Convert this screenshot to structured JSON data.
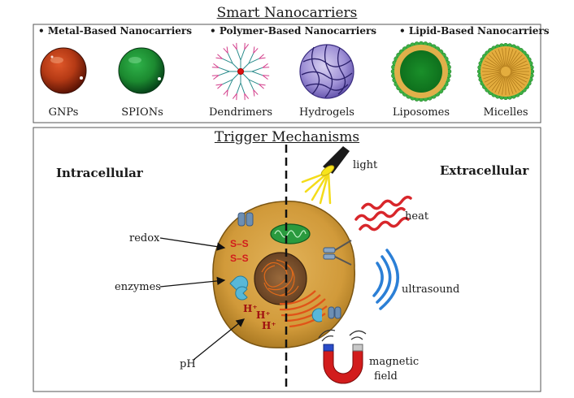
{
  "top_panel": {
    "title": "Smart Nanocarriers",
    "categories": [
      "• Metal-Based Nanocarriers",
      "• Polymer-Based Nanocarriers",
      "• Lipid-Based Nanocarriers"
    ],
    "items": [
      "GNPs",
      "SPIONs",
      "Dendrimers",
      "Hydrogels",
      "Liposomes",
      "Micelles"
    ]
  },
  "bottom_panel": {
    "title": "Trigger Mechanisms",
    "left_heading": "Intracellular",
    "right_heading": "Extracellular",
    "intracellular_labels": [
      "redox",
      "enzymes",
      "pH"
    ],
    "extracellular_labels": {
      "light": "light",
      "heat": "heat",
      "ultrasound": "ultrasound",
      "magnetic_line1": "magnetic",
      "magnetic_line2": "field"
    },
    "cell_text": {
      "ss1": "S–S",
      "ss2": "S–S",
      "h1": "H⁺",
      "h2": "H⁺",
      "h3": "H⁺"
    }
  }
}
